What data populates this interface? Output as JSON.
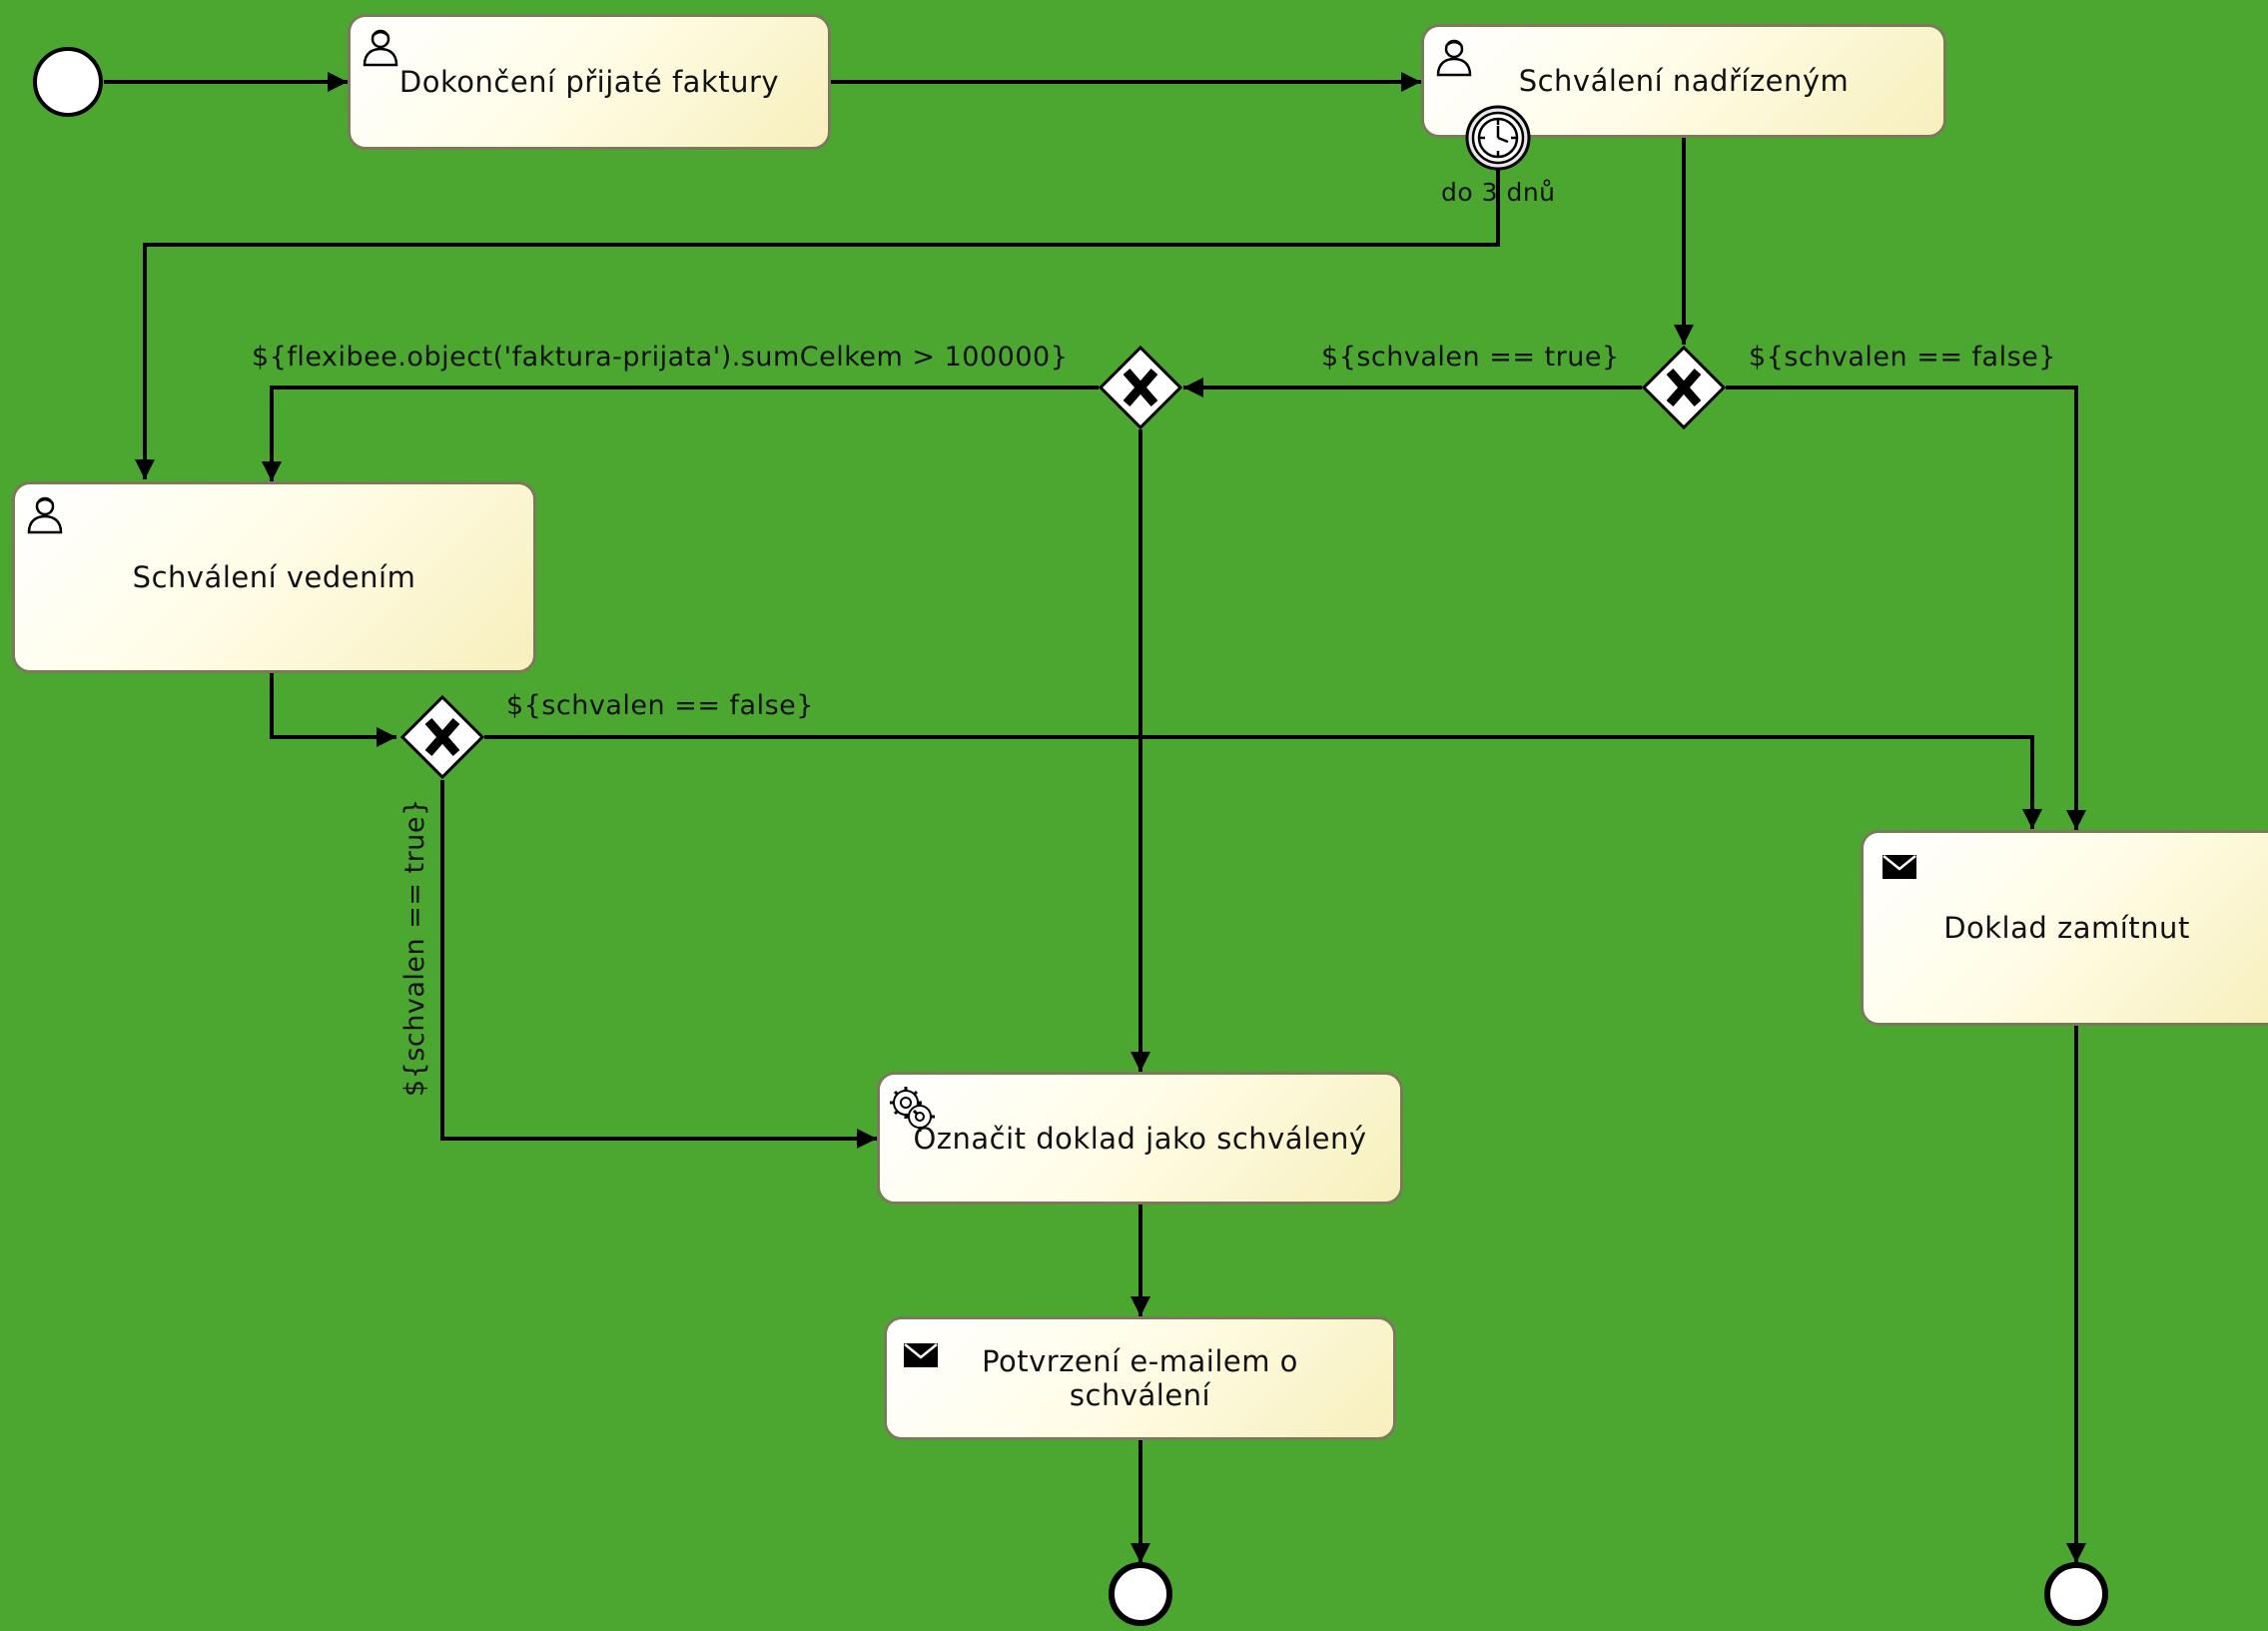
{
  "tasks": {
    "dokonceni": "Dokončení přijaté faktury",
    "schvaleni_nadrizenym": "Schválení nadřízeným",
    "schvaleni_vedenim": "Schválení vedením",
    "doklad_zamitnut": "Doklad zamítnut",
    "oznacit": "Označit doklad jako schválený",
    "potvrzeni": "Potvrzení e-mailem o schválení"
  },
  "timer_label": "do 3 dnů",
  "conditions": {
    "sum_celkem": "${flexibee.object('faktura-prijata').sumCelkem > 100000}",
    "schvalen_true_top": "${schvalen == true}",
    "schvalen_false_top": "${schvalen == false}",
    "schvalen_false_mid": "${schvalen == false}",
    "schvalen_true_vertical": "${schvalen == true}"
  },
  "icons": {
    "user_task": "user-icon",
    "send_task": "envelope-icon",
    "service_task": "gear-icon",
    "timer_event": "clock-icon",
    "gateway": "exclusive-gateway-x"
  },
  "colors": {
    "background": "#4ba72f",
    "task_fill": "#fffde8",
    "task_border": "#7a7a5a"
  }
}
